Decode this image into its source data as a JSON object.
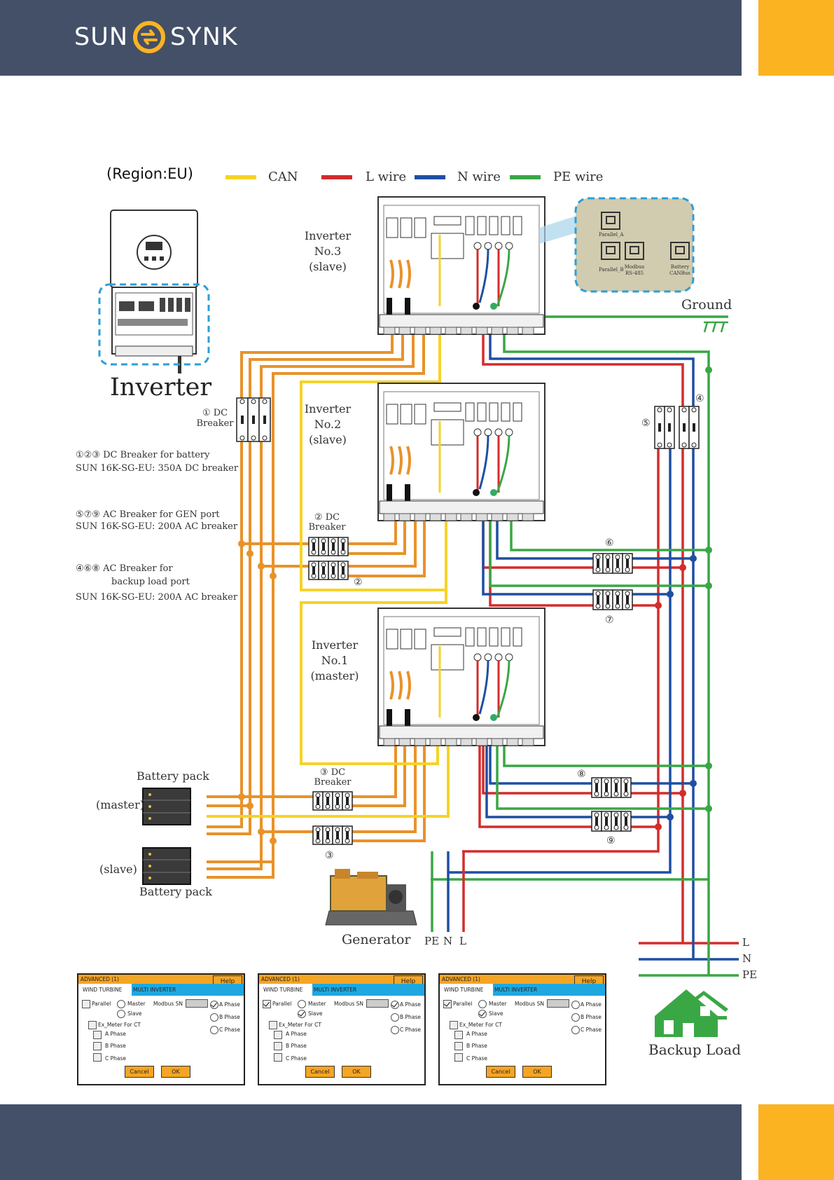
{
  "brand": {
    "left": "SUN",
    "right": "SYNK"
  },
  "region": "(Region:EU)",
  "legend": [
    {
      "label": "CAN",
      "color": "#f5d327"
    },
    {
      "label": "L wire",
      "color": "#d32c2c"
    },
    {
      "label": "N wire",
      "color": "#1e4fa2"
    },
    {
      "label": "PE wire",
      "color": "#3aa745"
    }
  ],
  "colors": {
    "can": "#f5d327",
    "l": "#d32c2c",
    "n": "#1e4fa2",
    "pe": "#3aa745",
    "battery": "#e8922a",
    "header": "#435068",
    "accent": "#fbb321",
    "port_box": "#d1cbb0"
  },
  "inverter_label": "Inverter",
  "inverters": [
    {
      "name": "Inverter",
      "no": "No.3",
      "role": "(slave)"
    },
    {
      "name": "Inverter",
      "no": "No.2",
      "role": "(slave)"
    },
    {
      "name": "Inverter",
      "no": "No.1",
      "role": "(master)"
    }
  ],
  "ports": {
    "parallel_a": "Parallel_A",
    "parallel_b": "Parallel_B",
    "modbus": "Modbus",
    "rs485": "RS-485",
    "battery": "Battery",
    "canbus": "CANBus"
  },
  "ground": "Ground",
  "breakers": {
    "dc1": "① DC",
    "dc1b": "Breaker",
    "dc2": "② DC",
    "dc2b": "Breaker",
    "dc2n": "②",
    "dc3": "③ DC",
    "dc3b": "Breaker",
    "dc3n": "③",
    "n4": "④",
    "n5": "⑤",
    "n6": "⑥",
    "n7": "⑦",
    "n8": "⑧",
    "n9": "⑨"
  },
  "notes": {
    "dc_title": "①②③ DC Breaker for battery",
    "dc_spec": "SUN 16K-SG-EU: 350A DC breaker",
    "gen_title": "⑤⑦⑨ AC Breaker for GEN port",
    "gen_spec": "SUN 16K-SG-EU: 200A AC breaker",
    "load_title": "④⑥⑧ AC Breaker for",
    "load_title2": "backup load port",
    "load_spec": "SUN 16K-SG-EU: 200A AC breaker"
  },
  "battery": {
    "top_label": "Battery pack",
    "master": "(master)",
    "slave": "(slave)",
    "bottom_label": "Battery pack"
  },
  "generator": {
    "label": "Generator",
    "pe": "PE",
    "n": "N",
    "l": "L"
  },
  "grid": {
    "l": "L",
    "n": "N",
    "pe": "PE"
  },
  "backup_load": "Backup Load",
  "panels": [
    {
      "title": "ADVANCED (1)",
      "help": "Help",
      "tab1": "WIND TURBINE",
      "tab2": "MULTI INVERTER",
      "parallel": "Parallel",
      "master": "Master",
      "slave": "Slave",
      "modbus": "Modbus SN",
      "a": "A Phase",
      "b": "B Phase",
      "c": "C Phase",
      "meter": "Ex_Meter For CT",
      "ma": "A Phase",
      "mb": "B Phase",
      "mc": "C Phase",
      "cancel": "Cancel",
      "ok": "OK",
      "parallel_checked": false,
      "slave_checked": false,
      "phase_checked": "A"
    },
    {
      "title": "ADVANCED (1)",
      "help": "Help",
      "tab1": "WIND TURBINE",
      "tab2": "MULTI INVERTER",
      "parallel": "Parallel",
      "master": "Master",
      "slave": "Slave",
      "modbus": "Modbus SN",
      "a": "A Phase",
      "b": "B Phase",
      "c": "C Phase",
      "meter": "Ex_Meter For CT",
      "ma": "A Phase",
      "mb": "B Phase",
      "mc": "C Phase",
      "cancel": "Cancel",
      "ok": "OK",
      "parallel_checked": true,
      "slave_checked": true,
      "phase_checked": "A"
    },
    {
      "title": "ADVANCED (1)",
      "help": "Help",
      "tab1": "WIND TURBINE",
      "tab2": "MULTI INVERTER",
      "parallel": "Parallel",
      "master": "Master",
      "slave": "Slave",
      "modbus": "Modbus SN",
      "a": "A Phase",
      "b": "B Phase",
      "c": "C Phase",
      "meter": "Ex_Meter For CT",
      "ma": "A Phase",
      "mb": "B Phase",
      "mc": "C Phase",
      "cancel": "Cancel",
      "ok": "OK",
      "parallel_checked": true,
      "slave_checked": true,
      "phase_checked": "none"
    }
  ]
}
